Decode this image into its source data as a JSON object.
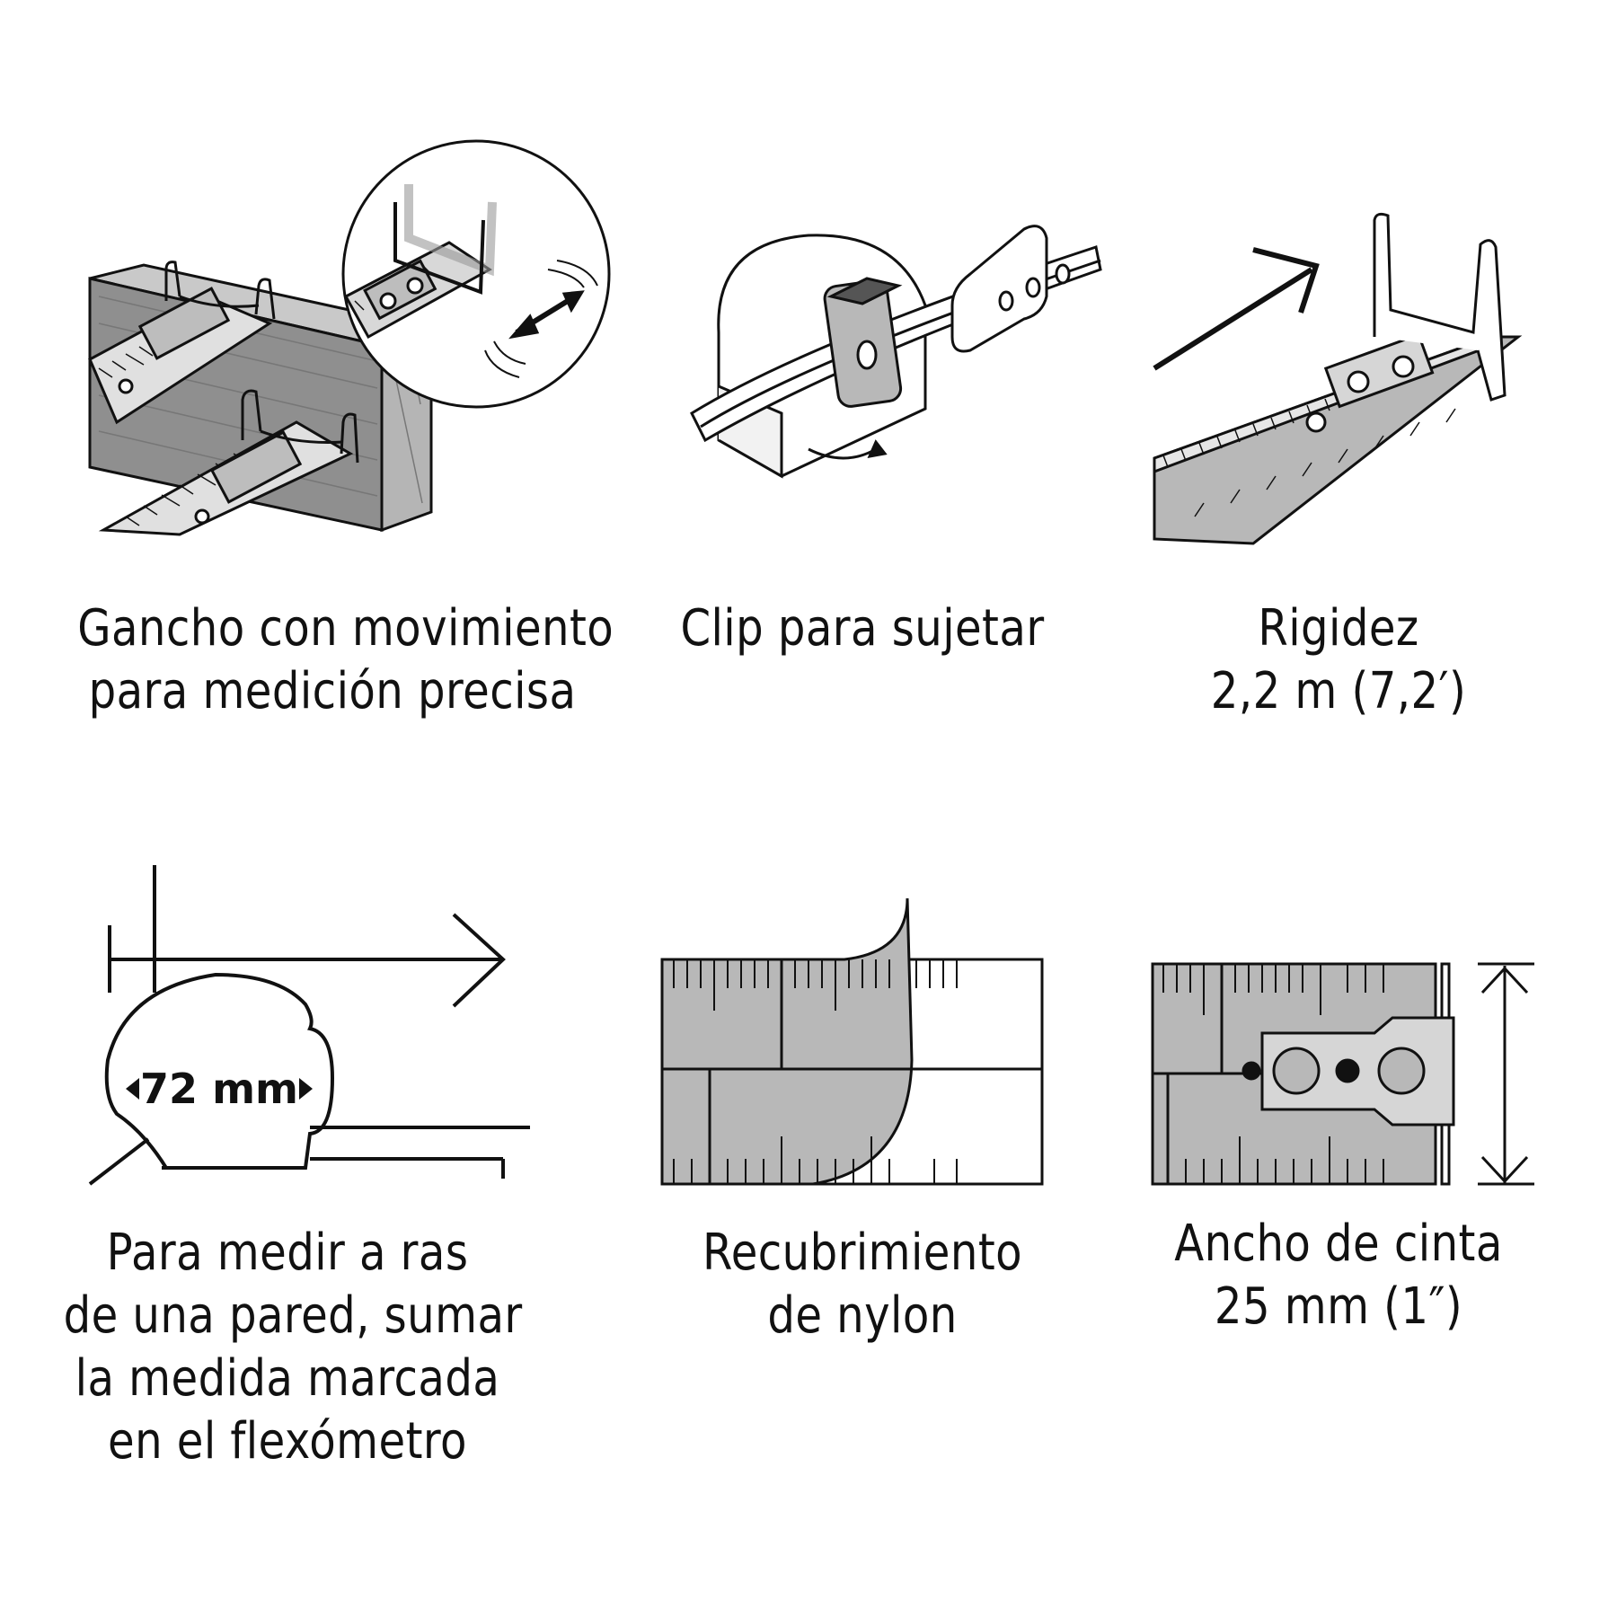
{
  "features": [
    {
      "id": "hook",
      "lines": [
        "Gancho con movimiento",
        "para medición precisa"
      ]
    },
    {
      "id": "clip",
      "lines": [
        "Clip para sujetar"
      ]
    },
    {
      "id": "rigidity",
      "lines": [
        "Rigidez",
        "2,2 m (7,2′)"
      ]
    },
    {
      "id": "flush",
      "lines": [
        "Para medir a ras",
        "de una pared, sumar",
        "la medida marcada",
        "en el flexómetro"
      ],
      "label": "72 mm"
    },
    {
      "id": "nylon",
      "lines": [
        "Recubrimiento",
        "de nylon"
      ]
    },
    {
      "id": "width",
      "lines": [
        "Ancho de cinta",
        "25 mm (1″)"
      ]
    }
  ],
  "colors": {
    "ink": "#111111",
    "tape_gray": "#b3b3b3",
    "wood_gray": "#9a9a9a",
    "light_gray": "#d6d6d6"
  }
}
